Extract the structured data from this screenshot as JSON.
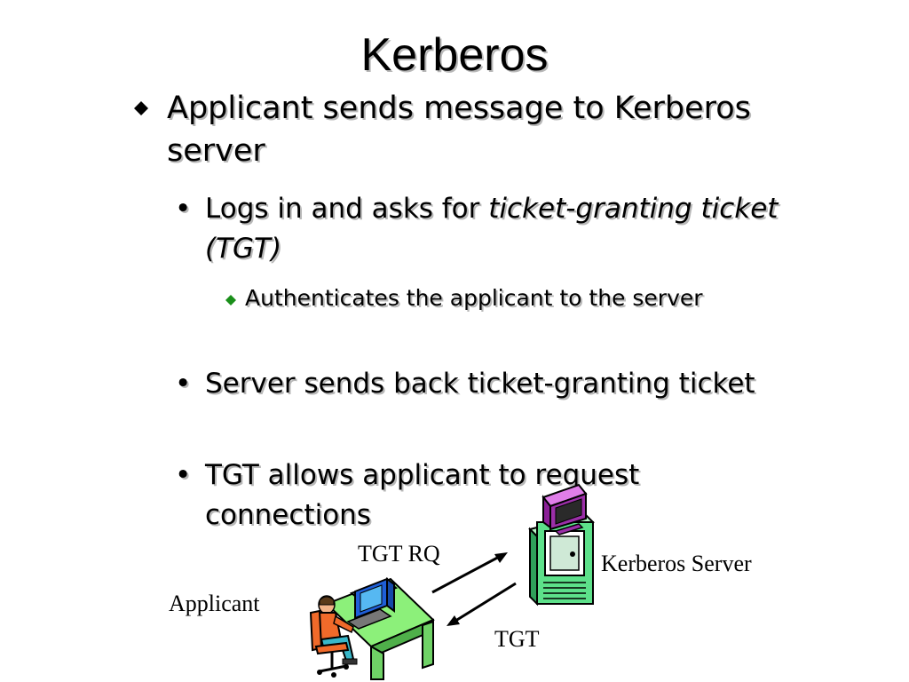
{
  "slide": {
    "title": "Kerberos",
    "bullets": {
      "b1": "Applicant sends message to Kerberos server",
      "b1_1_prefix": "Logs in and asks for ",
      "b1_1_italic": "ticket-granting ticket (TGT)",
      "b1_1_1": "Authenticates the applicant to the server",
      "b1_2": "Server sends back ticket-granting ticket",
      "b1_3": "TGT allows applicant to request connections"
    },
    "diagram": {
      "request_label": "TGT RQ",
      "response_label": "TGT",
      "server_label": "Kerberos Server",
      "client_label": "Applicant"
    }
  },
  "colors": {
    "level1_bullet": "#000000",
    "level3_bullet": "#1a8f1a",
    "server_body": "#5de08a",
    "desk": "#8cf07a",
    "monitor_top": "#9b2fa8"
  }
}
